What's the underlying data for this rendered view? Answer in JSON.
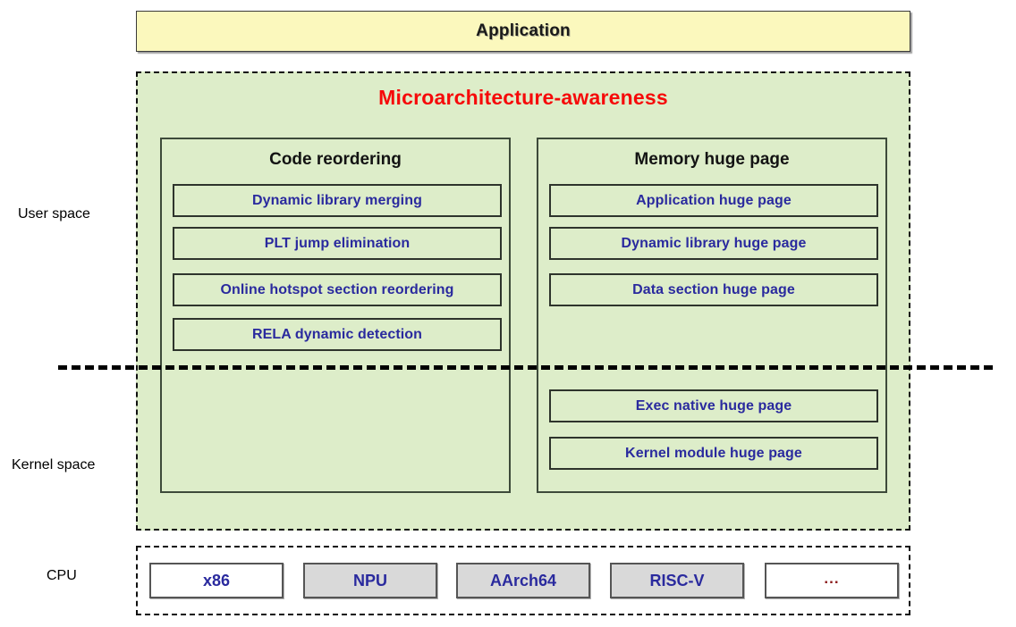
{
  "application": {
    "label": "Application",
    "fill": "#fbf8bd"
  },
  "micro_panel": {
    "title": "Microarchitecture-awareness",
    "title_color": "#f60a0a",
    "fill": "#ddedc9"
  },
  "side_labels": {
    "user_space": "User space",
    "kernel_space": "Kernel space",
    "cpu": "CPU"
  },
  "panels": [
    {
      "id": "code-reordering",
      "title": "Code reordering",
      "user_space_items": [
        "Dynamic library merging",
        "PLT jump elimination",
        "Online hotspot section reordering",
        "RELA dynamic detection"
      ],
      "kernel_space_items": []
    },
    {
      "id": "memory-huge-page",
      "title": "Memory huge page",
      "user_space_items": [
        "Application huge page",
        "Dynamic library huge page",
        "Data section huge page"
      ],
      "kernel_space_items": [
        "Exec native huge page",
        "Kernel module huge page"
      ]
    }
  ],
  "cpu_panel": {
    "items": [
      {
        "label": "x86",
        "fill": "#ffffff",
        "style": "white"
      },
      {
        "label": "NPU",
        "fill": "#d9d9d9",
        "style": "gray"
      },
      {
        "label": "AArch64",
        "fill": "#d9d9d9",
        "style": "gray"
      },
      {
        "label": "RISC-V",
        "fill": "#d9d9d9",
        "style": "gray"
      },
      {
        "label": "...",
        "fill": "#ffffff",
        "style": "white"
      }
    ]
  },
  "colors": {
    "item_text": "#2a2a9e",
    "panel_fill": "#ddedc9",
    "application_fill": "#fbf8bd",
    "accent_red": "#f60a0a",
    "ellipsis_red": "#8b1a1a"
  }
}
